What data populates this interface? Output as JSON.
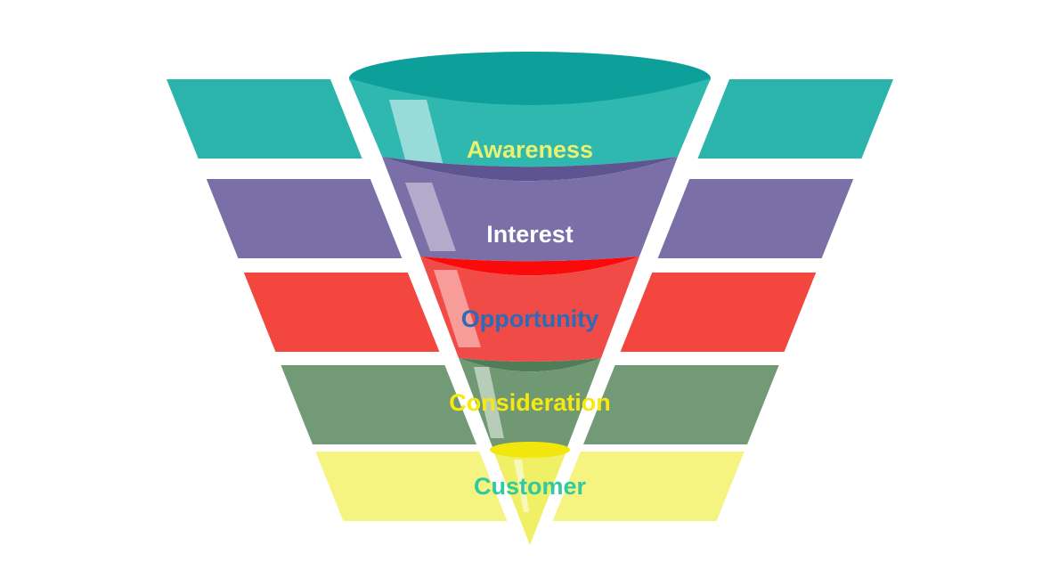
{
  "diagram": {
    "type": "funnel",
    "background": "#FFFFFF",
    "stages": [
      {
        "label": "Awareness",
        "label_color": "#E9F170",
        "body_color": "#2FB8B0",
        "wing_color": "#2BB4AB",
        "top_face_color": "#0DA09A"
      },
      {
        "label": "Interest",
        "label_color": "#FFFFFF",
        "body_color": "#7A6FA6",
        "wing_color": "#7A6FA6",
        "rim_color": "#5D5490"
      },
      {
        "label": "Opportunity",
        "label_color": "#2A6CB8",
        "body_color": "#F04B46",
        "wing_color": "#F2463F",
        "rim_color": "#FB0A0A"
      },
      {
        "label": "Consideration",
        "label_color": "#F6E90F",
        "body_color": "#6F9873",
        "wing_color": "#729A77",
        "rim_color": "#507D58"
      },
      {
        "label": "Customer",
        "label_color": "#30C9A1",
        "body_color": "#EFF066",
        "wing_color": "#F5F480",
        "rim_color": "#F2E70C"
      }
    ]
  }
}
